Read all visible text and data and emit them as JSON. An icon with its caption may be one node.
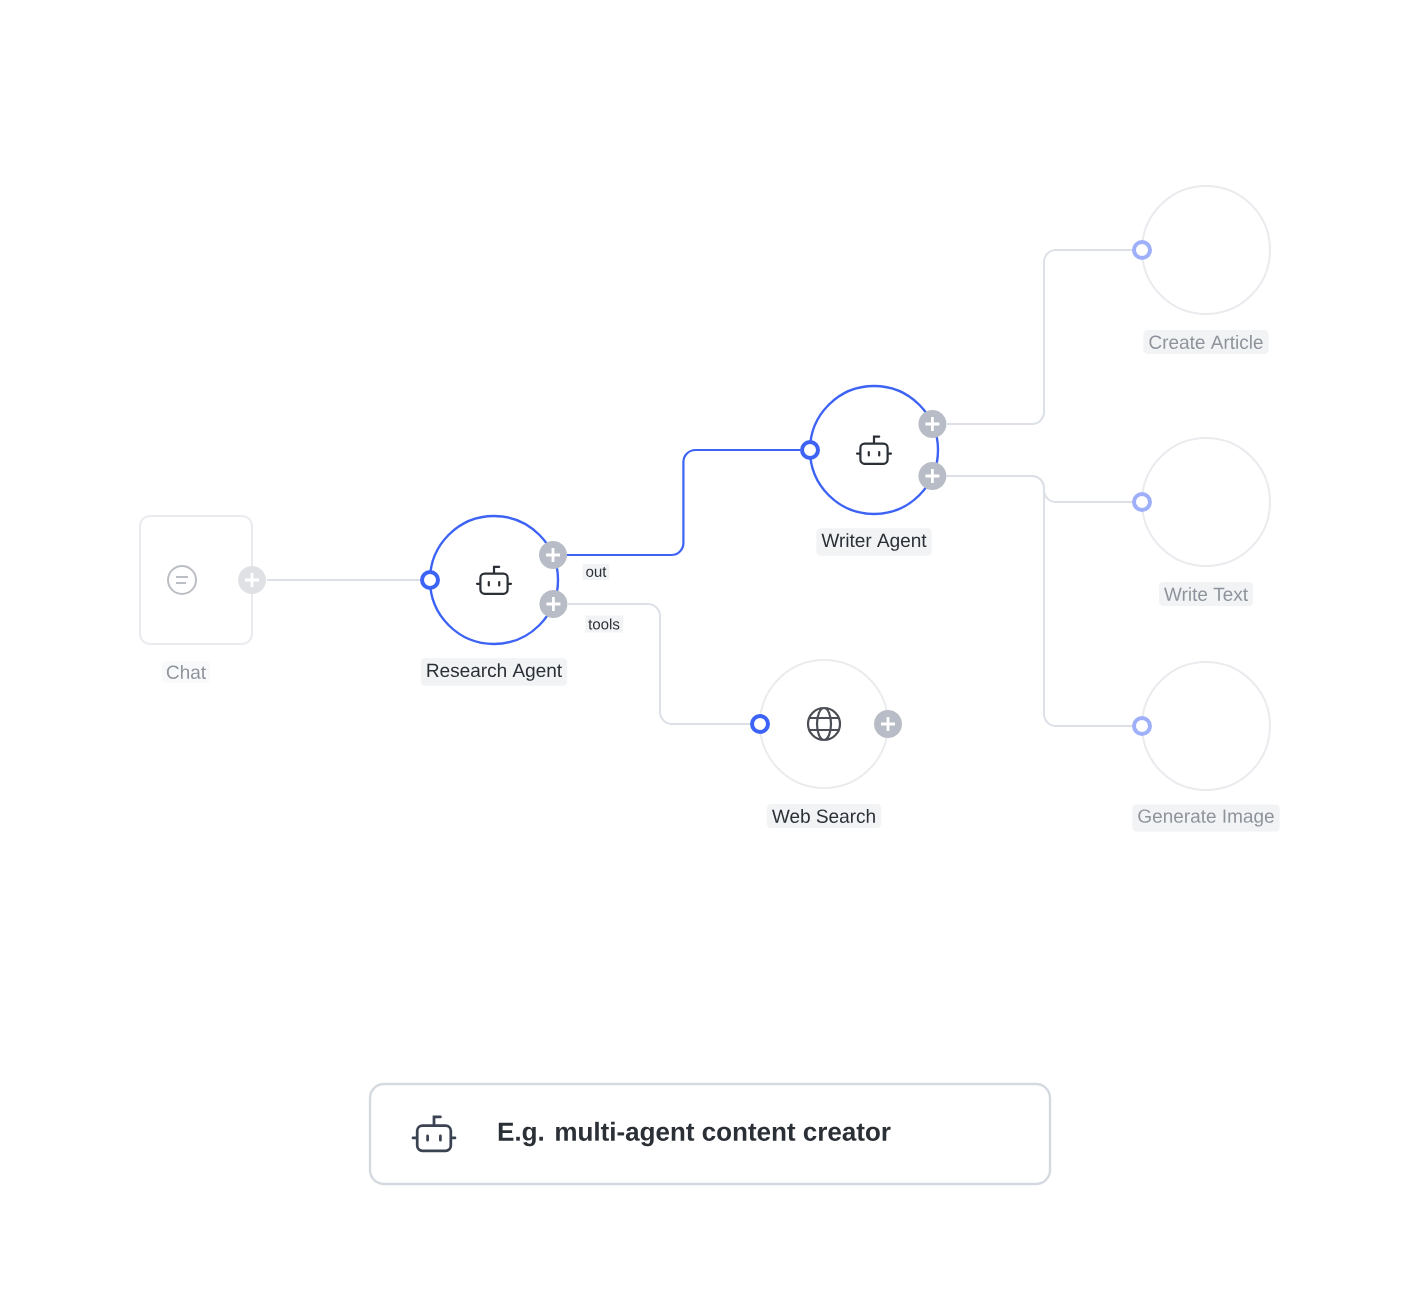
{
  "diagram": {
    "nodes": [
      {
        "text": [
          "Chat"
        ]
      },
      {
        "text": [
          "Research Agent"
        ]
      },
      {
        "text": [
          "Writer Agent"
        ]
      },
      {
        "text": [
          "Web Search"
        ]
      },
      {
        "text": [
          "Create Article"
        ]
      },
      {
        "text": [
          "Write Text"
        ]
      },
      {
        "text": [
          "Generate Image"
        ]
      },
      {
        "text": [
          "E.g. multi-agent content creator"
        ]
      }
    ],
    "edges": [
      {
        "from": 0,
        "to": 1,
        "arrow": "none"
      },
      {
        "from": 1,
        "to": 2,
        "arrow": "none",
        "label": "out",
        "color": "#3d63f5"
      },
      {
        "from": 1,
        "to": 3,
        "arrow": "none",
        "label": "tools"
      },
      {
        "from": 2,
        "to": 4,
        "arrow": "none"
      },
      {
        "from": 2,
        "to": 5,
        "arrow": "none"
      },
      {
        "from": 2,
        "to": 6,
        "arrow": "none"
      }
    ]
  }
}
